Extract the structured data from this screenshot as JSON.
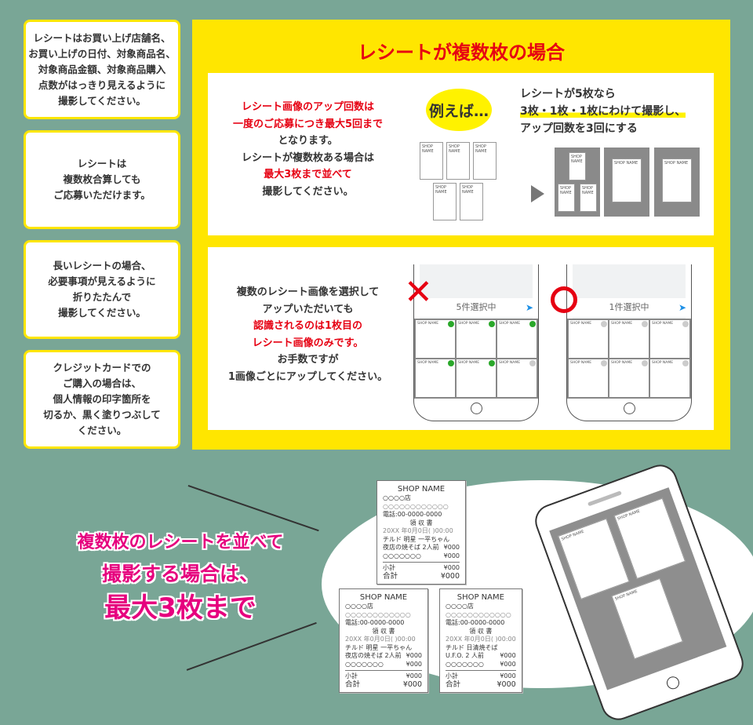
{
  "notes": [
    "レシートはお買い上げ店舗名、\nお買い上げの日付、対象商品名、\n対象商品金額、対象商品購入\n点数がはっきり見えるように\n撮影してください。",
    "レシートは\n複数枚合算しても\nご応募いただけます。",
    "長いレシートの場合、\n必要事項が見えるように\n折りたたんで\n撮影してください。",
    "クレジットカードでの\nご購入の場合は、\n個人情報の印字箇所を\n切るか、黒く塗りつぶして\nください。"
  ],
  "title": "レシートが複数枚の場合",
  "panel1": {
    "lines": [
      "レシート画像のアップ回数は",
      "一度のご応募につき最大5回まで",
      "となります。",
      "レシートが複数枚ある場合は",
      "最大3枚まで並べて",
      "撮影してください。"
    ],
    "example_label": "例えば…",
    "example_lines": [
      "レシートが5枚なら",
      "3枚・1枚・1枚にわけて撮影し、",
      "アップ回数を3回にする"
    ]
  },
  "panel2": {
    "lines": [
      "複数のレシート画像を選択して",
      "アップいただいても",
      "認識されるのは1枚目の",
      "レシート画像のみです。",
      "お手数ですが",
      "1画像ごとにアップしてください。"
    ],
    "wrong_mark": "✕",
    "right_mark": "○",
    "phone_wrong_status": "5件選択中",
    "phone_right_status": "1件選択中",
    "thumb_label": "SHOP NAME"
  },
  "bottom": {
    "lines": [
      "複数枚のレシートを並べて",
      "撮影する場合は、",
      "最大3枚まで"
    ]
  },
  "receipts": [
    {
      "shop": "SHOP NAME",
      "store": "○○○○店",
      "circles": "○○○○○○○○○○○○",
      "tel": "電話:00-0000-0000",
      "doc": "領 収 書",
      "date": "20XX 年0月0日(  )00:00",
      "items": [
        [
          "チルド 明星 一平ちゃん",
          ""
        ],
        [
          "夜店の焼そば 2人前",
          "¥000"
        ],
        [
          "○○○○○○○",
          "¥000"
        ]
      ],
      "subtotal": [
        "小計",
        "¥000"
      ],
      "total": [
        "合計",
        "¥000"
      ]
    },
    {
      "shop": "SHOP NAME",
      "store": "○○○○店",
      "circles": "○○○○○○○○○○○○",
      "tel": "電話:00-0000-0000",
      "doc": "領 収 書",
      "date": "20XX 年0月0日(  )00:00",
      "items": [
        [
          "チルド 明星 一平ちゃん",
          ""
        ],
        [
          "夜店の焼そば 2人前",
          "¥000"
        ],
        [
          "○○○○○○○",
          "¥000"
        ]
      ],
      "subtotal": [
        "小計",
        "¥000"
      ],
      "total": [
        "合計",
        "¥000"
      ]
    },
    {
      "shop": "SHOP NAME",
      "store": "○○○○店",
      "circles": "○○○○○○○○○○○○",
      "tel": "電話:00-0000-0000",
      "doc": "領 収 書",
      "date": "20XX 年0月0日(  )00:00",
      "items": [
        [
          "チルド 日清焼そば",
          ""
        ],
        [
          "U.F.O. 2 人前",
          "¥000"
        ],
        [
          "○○○○○○○",
          "¥000"
        ]
      ],
      "subtotal": [
        "小計",
        "¥000"
      ],
      "total": [
        "合計",
        "¥000"
      ]
    }
  ],
  "colors": {
    "background": "#79a696",
    "yellow": "#ffe600",
    "red": "#e60012",
    "pink": "#e6007e"
  }
}
